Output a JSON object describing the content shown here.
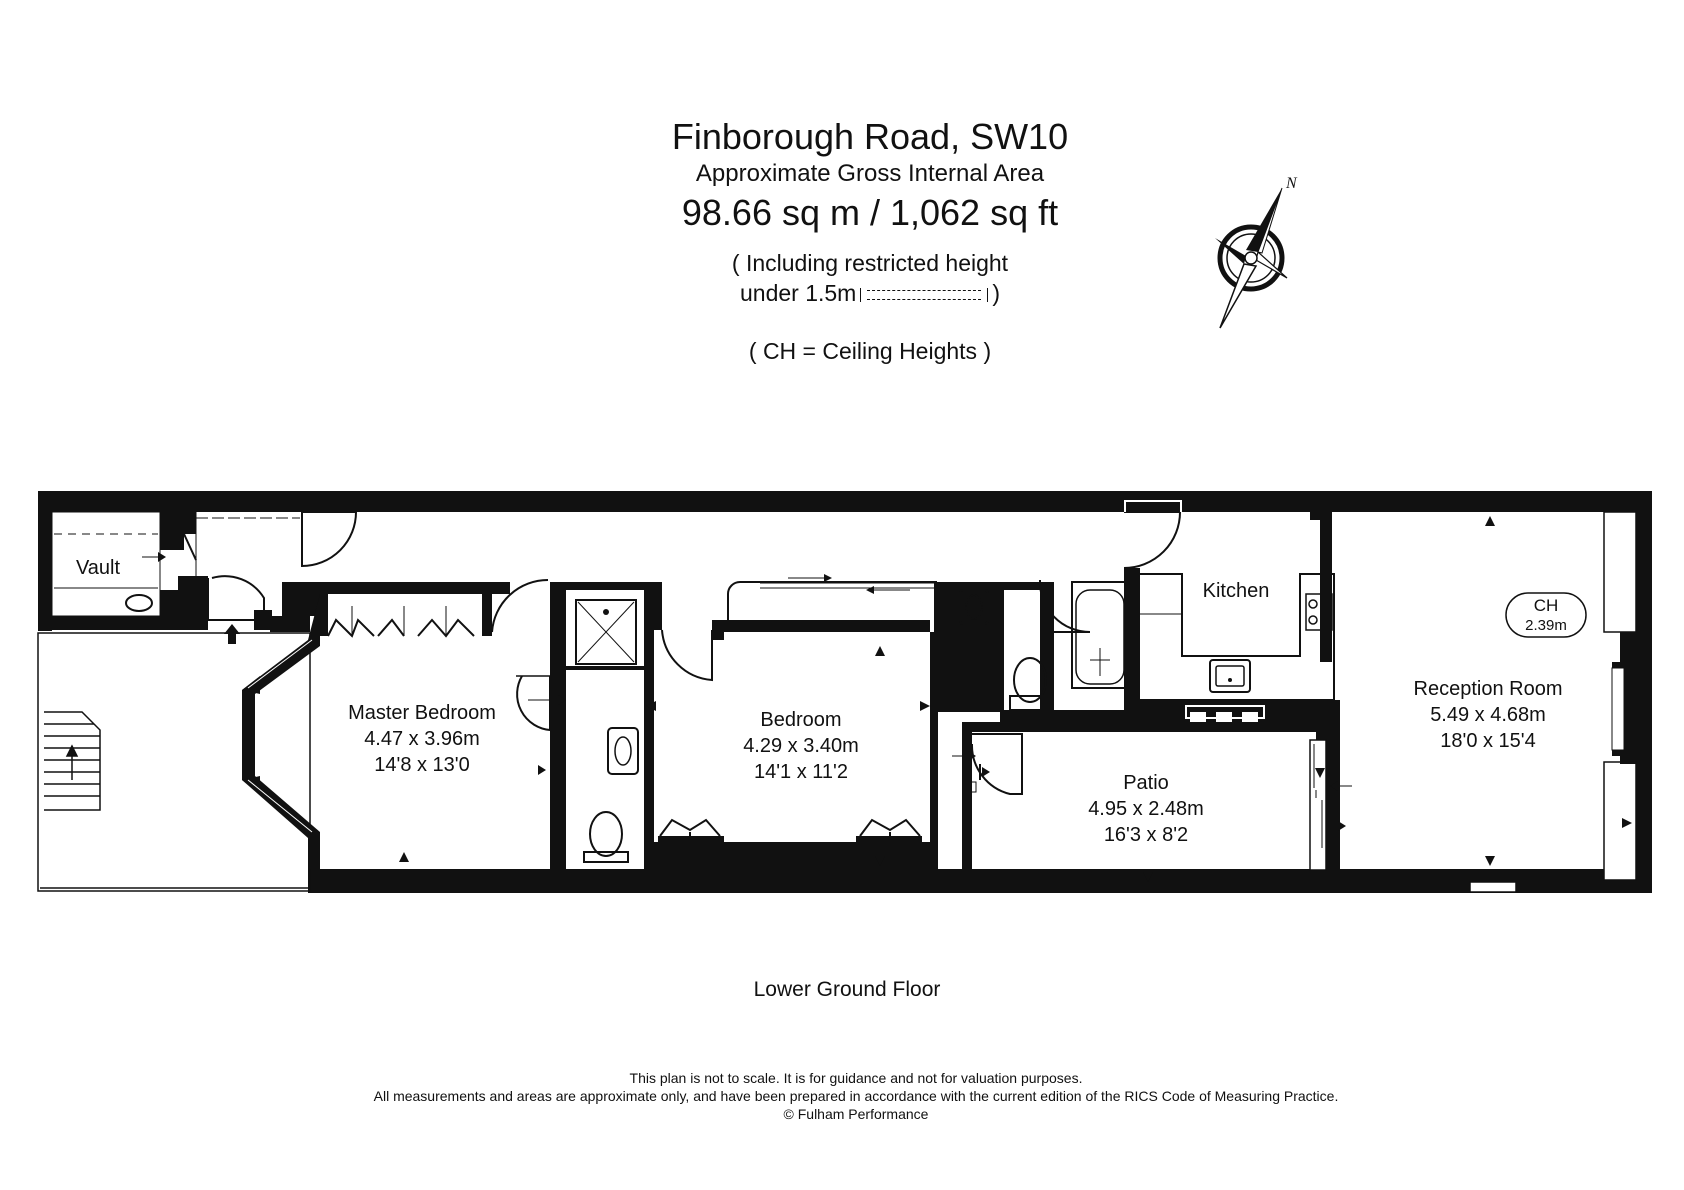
{
  "header": {
    "title": "Finborough Road, SW10",
    "subtitle": "Approximate Gross Internal Area",
    "area": "98.66 sq m  /  1,062 sq ft",
    "restricted_line1": "( Including restricted height",
    "restricted_line2_prefix": "under 1.5m",
    "restricted_line2_suffix": ")",
    "ceiling_note": "( CH = Ceiling Heights )"
  },
  "compass": {
    "north_label": "N"
  },
  "rooms": [
    {
      "name": "Vault",
      "dims_m": "",
      "dims_ft": ""
    },
    {
      "name": "Master Bedroom",
      "dims_m": "4.47 x 3.96m",
      "dims_ft": "14'8 x 13'0"
    },
    {
      "name": "Bedroom",
      "dims_m": "4.29 x 3.40m",
      "dims_ft": "14'1 x 11'2"
    },
    {
      "name": "Kitchen",
      "dims_m": "",
      "dims_ft": ""
    },
    {
      "name": "Patio",
      "dims_m": "4.95 x 2.48m",
      "dims_ft": "16'3 x 8'2"
    },
    {
      "name": "Reception Room",
      "dims_m": "5.49 x 4.68m",
      "dims_ft": "18'0 x 15'4"
    }
  ],
  "ceiling_height": {
    "label": "CH",
    "value": "2.39m"
  },
  "floor_label": "Lower Ground Floor",
  "footer": {
    "line1": "This plan is not to scale. It is for guidance and not for valuation purposes.",
    "line2": "All measurements and areas are approximate only, and have been prepared in accordance with the current edition of the RICS Code of Measuring Practice.",
    "line3": "© Fulham Performance"
  }
}
